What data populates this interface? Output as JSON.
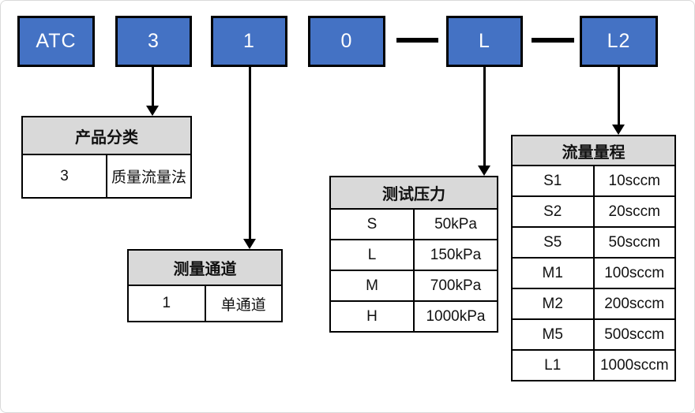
{
  "code": {
    "boxes": [
      {
        "label": "ATC"
      },
      {
        "label": "3"
      },
      {
        "label": "1"
      },
      {
        "label": "0"
      },
      {
        "label": "L"
      },
      {
        "label": "L2"
      }
    ],
    "separator": "-"
  },
  "colors": {
    "box_fill": "#4472C4",
    "box_text": "#FFFFFF",
    "table_header_fill": "#D9D9D9",
    "line": "#000000"
  },
  "tables": [
    {
      "title": "产品分类",
      "rows": [
        [
          "3",
          "质量流量法"
        ]
      ]
    },
    {
      "title": "测量通道",
      "rows": [
        [
          "1",
          "单通道"
        ]
      ]
    },
    {
      "title": "测试压力",
      "rows": [
        [
          "S",
          "50kPa"
        ],
        [
          "L",
          "150kPa"
        ],
        [
          "M",
          "700kPa"
        ],
        [
          "H",
          "1000kPa"
        ]
      ]
    },
    {
      "title": "流量量程",
      "rows": [
        [
          "S1",
          "10sccm"
        ],
        [
          "S2",
          "20sccm"
        ],
        [
          "S5",
          "50sccm"
        ],
        [
          "M1",
          "100sccm"
        ],
        [
          "M2",
          "200sccm"
        ],
        [
          "M5",
          "500sccm"
        ],
        [
          "L1",
          "1000sccm"
        ]
      ]
    }
  ]
}
